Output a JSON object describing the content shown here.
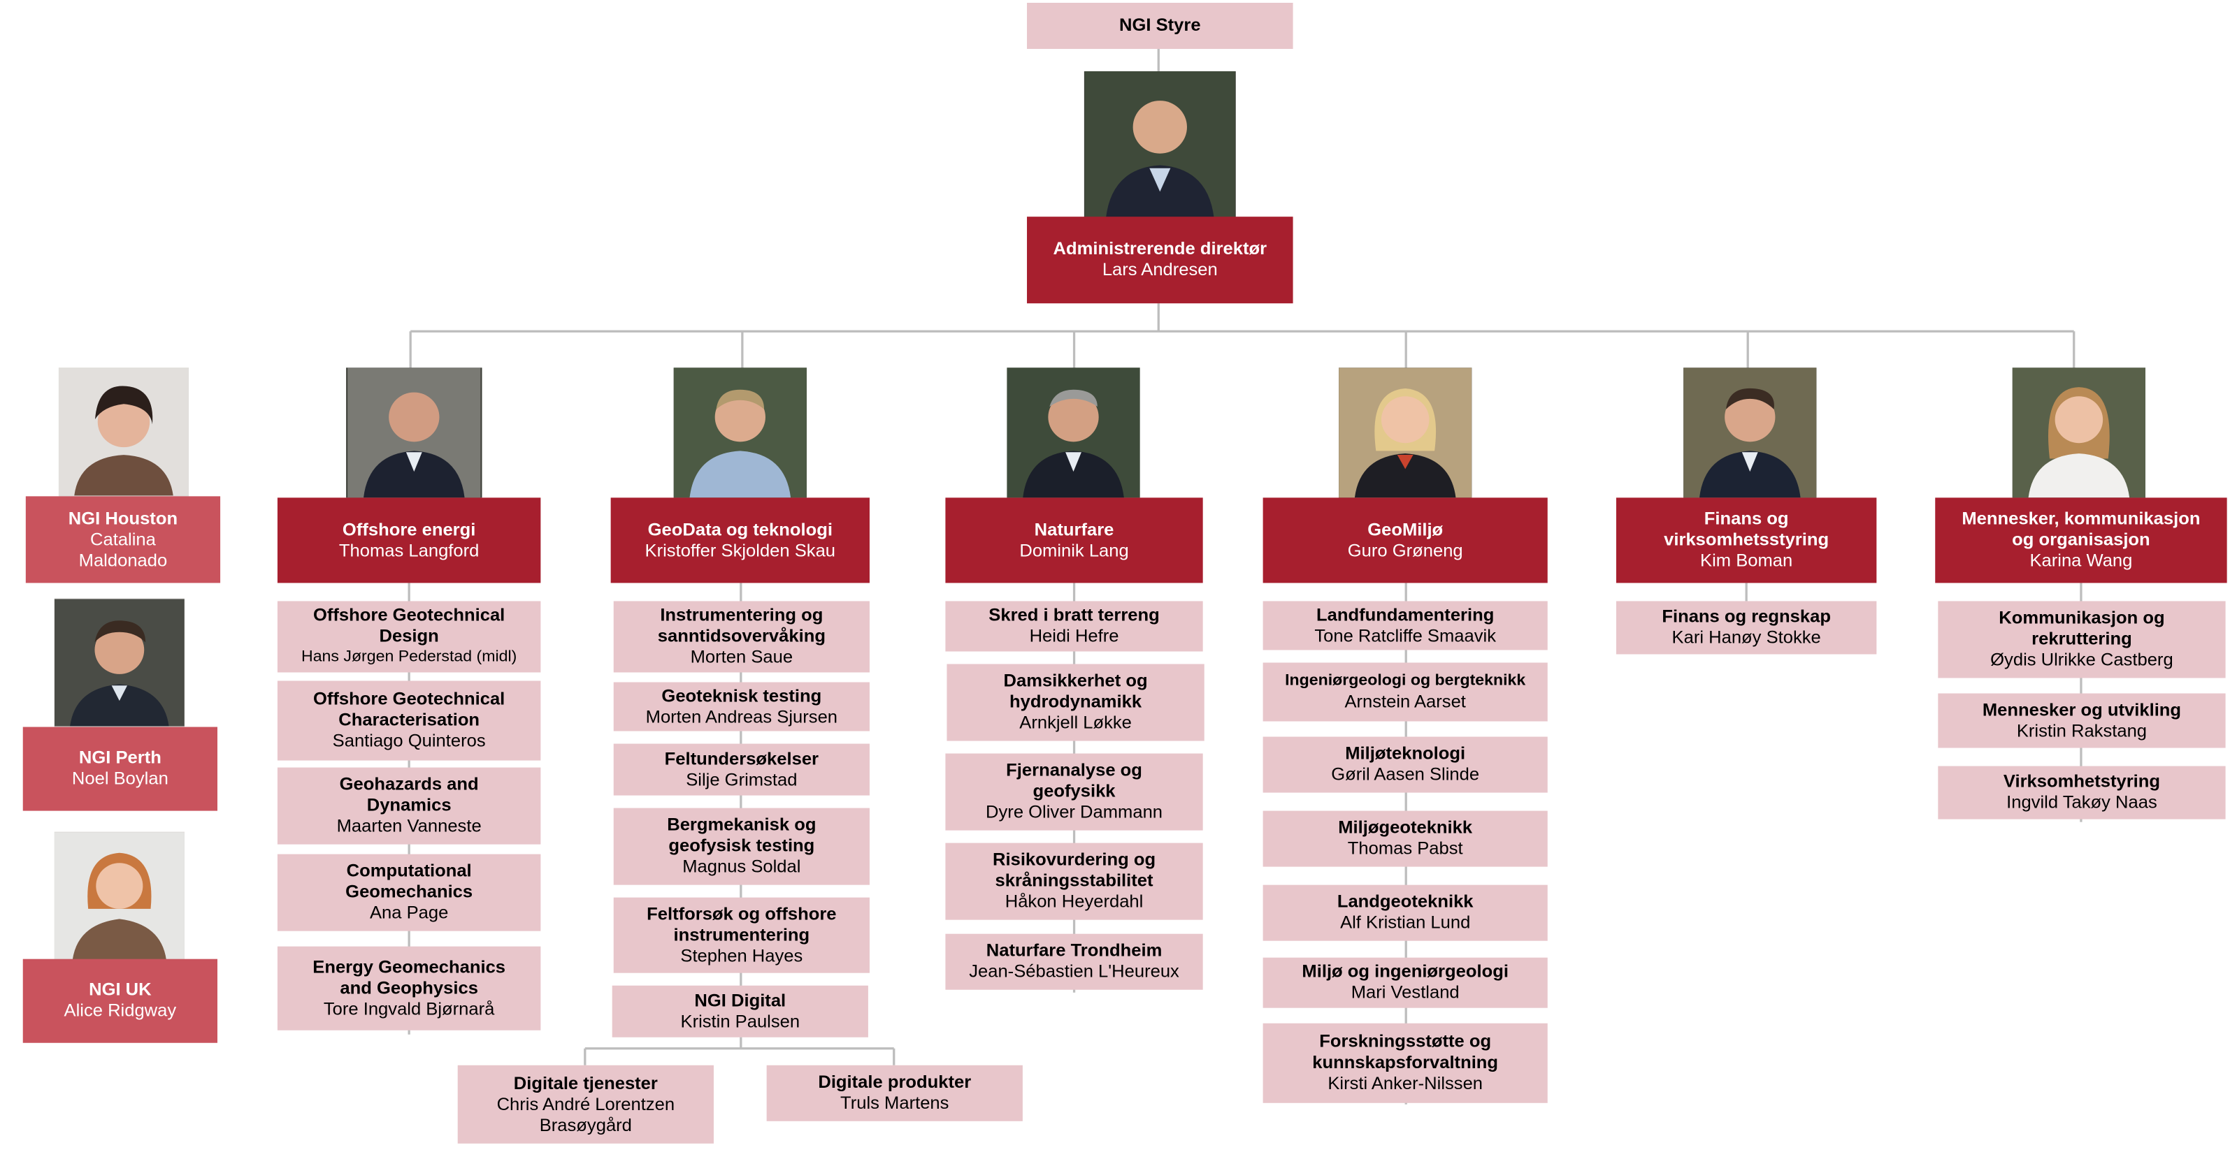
{
  "board": {
    "title": "NGI Styre"
  },
  "ceo": {
    "title": "Administrerende direktør",
    "name": "Lars Andresen"
  },
  "offices": [
    {
      "title": "NGI Houston",
      "name": "Catalina Maldonado"
    },
    {
      "title": "NGI Perth",
      "name": "Noel Boylan"
    },
    {
      "title": "NGI UK",
      "name": "Alice Ridgway"
    }
  ],
  "divisions": [
    {
      "title": "Offshore energi",
      "name": "Thomas Langford",
      "units": [
        {
          "title": "Offshore Geotechnical Design",
          "name": "Hans Jørgen Pederstad (midl)"
        },
        {
          "title": "Offshore Geotechnical Characterisation",
          "name": "Santiago Quinteros"
        },
        {
          "title": "Geohazards and Dynamics",
          "name": "Maarten Vanneste"
        },
        {
          "title": "Computational Geomechanics",
          "name": "Ana Page"
        },
        {
          "title": "Energy Geomechanics and Geophysics",
          "name": "Tore Ingvald Bjørnarå"
        }
      ]
    },
    {
      "title": "GeoData og teknologi",
      "name": "Kristoffer Skjolden Skau",
      "units": [
        {
          "title": "Instrumentering og sanntidsovervåking",
          "name": "Morten Saue"
        },
        {
          "title": "Geoteknisk testing",
          "name": "Morten Andreas Sjursen"
        },
        {
          "title": "Feltundersøkelser",
          "name": "Silje Grimstad"
        },
        {
          "title": "Bergmekanisk og geofysisk testing",
          "name": "Magnus Soldal"
        },
        {
          "title": "Feltforsøk og offshore instrumentering",
          "name": "Stephen Hayes"
        },
        {
          "title": "NGI Digital",
          "name": "Kristin Paulsen"
        }
      ],
      "subunits": [
        {
          "title": "Digitale tjenester",
          "name": "Chris André Lorentzen Brasøygård"
        },
        {
          "title": "Digitale produkter",
          "name": "Truls Martens"
        }
      ]
    },
    {
      "title": "Naturfare",
      "name": "Dominik Lang",
      "units": [
        {
          "title": "Skred i bratt terreng",
          "name": "Heidi Hefre"
        },
        {
          "title": "Damsikkerhet og hydrodynamikk",
          "name": "Arnkjell Løkke"
        },
        {
          "title": "Fjernanalyse og geofysikk",
          "name": "Dyre Oliver Dammann"
        },
        {
          "title": "Risikovurdering og skråningsstabilitet",
          "name": "Håkon Heyerdahl"
        },
        {
          "title": "Naturfare Trondheim",
          "name": "Jean-Sébastien L'Heureux"
        }
      ]
    },
    {
      "title": "GeoMiljø",
      "name": "Guro Grøneng",
      "units": [
        {
          "title": "Landfundamentering",
          "name": "Tone Ratcliffe Smaavik"
        },
        {
          "title": "Ingeniørgeologi og bergteknikk",
          "name": "Arnstein Aarset"
        },
        {
          "title": "Miljøteknologi",
          "name": "Gøril Aasen Slinde"
        },
        {
          "title": "Miljøgeoteknikk",
          "name": "Thomas Pabst"
        },
        {
          "title": "Landgeoteknikk",
          "name": "Alf Kristian Lund"
        },
        {
          "title": "Miljø og ingeniørgeologi",
          "name": "Mari Vestland"
        },
        {
          "title": "Forskningsstøtte og kunnskapsforvaltning",
          "name": "Kirsti Anker-Nilssen"
        }
      ]
    },
    {
      "title": "Finans og virksomhetsstyring",
      "name": "Kim Boman",
      "units": [
        {
          "title": "Finans og regnskap",
          "name": "Kari Hanøy Stokke"
        }
      ]
    },
    {
      "title": "Mennesker, kommunikasjon og organisasjon",
      "name": "Karina Wang",
      "units": [
        {
          "title": "Kommunikasjon og rekruttering",
          "name": "Øydis Ulrikke Castberg"
        },
        {
          "title": "Mennesker og utvikling",
          "name": "Kristin Rakstang"
        },
        {
          "title": "Virksomhetstyring",
          "name": "Ingvild Takøy Naas"
        }
      ]
    }
  ],
  "colors": {
    "division_head": "#a71f2e",
    "office": "#c9535d",
    "unit": "#e8c6cb",
    "connector": "#bdbdbd"
  },
  "icons": {
    "portrait": "person-portrait-icon"
  }
}
